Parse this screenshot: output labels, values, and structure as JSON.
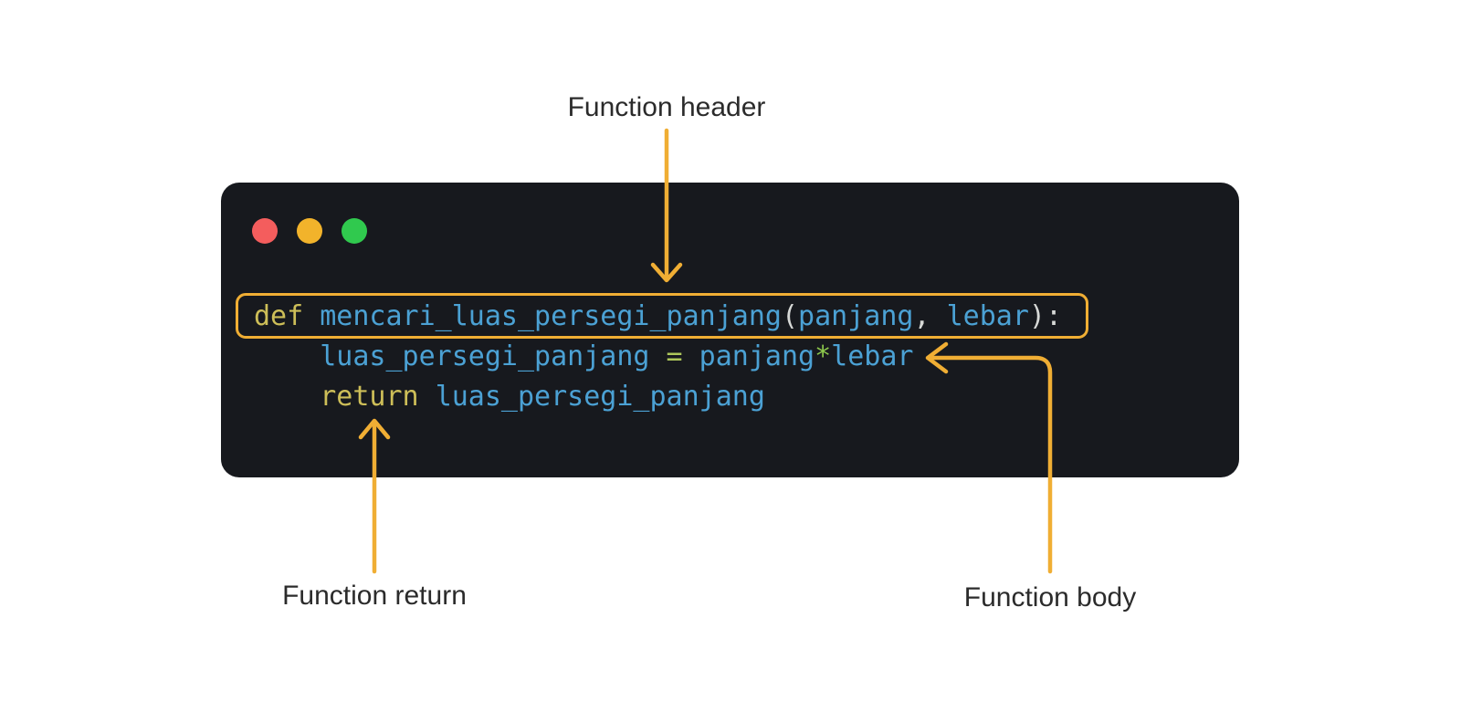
{
  "labels": {
    "header": "Function header",
    "return": "Function return",
    "body": "Function body"
  },
  "window": {
    "type": "code-editor-window",
    "traffic_lights": [
      "close",
      "minimize",
      "maximize"
    ],
    "colors": {
      "background": "#17191e",
      "close": "#f45d5d",
      "minimize": "#f2b32b",
      "maximize": "#30c94e"
    }
  },
  "accent_color": "#f0ae34",
  "label_text_color": "#2b2b2b",
  "code": {
    "language": "python",
    "token_colors": {
      "keyword": "#cdbe58",
      "identifier": "#4ba1d4",
      "punctuation": "#d6d8d6",
      "equals_operator": "#aec75b",
      "star_operator": "#8cc74c"
    },
    "lines": [
      {
        "tokens": [
          {
            "t": "def",
            "c": "kw"
          },
          {
            "t": " ",
            "c": "sp"
          },
          {
            "t": "mencari_luas_persegi_panjang",
            "c": "id"
          },
          {
            "t": "(",
            "c": "pu"
          },
          {
            "t": "panjang",
            "c": "id"
          },
          {
            "t": ", ",
            "c": "pu"
          },
          {
            "t": "lebar",
            "c": "id"
          },
          {
            "t": "):",
            "c": "pu"
          }
        ]
      },
      {
        "tokens": [
          {
            "t": "    ",
            "c": "sp"
          },
          {
            "t": "luas_persegi_panjang",
            "c": "id"
          },
          {
            "t": " ",
            "c": "sp"
          },
          {
            "t": "=",
            "c": "op"
          },
          {
            "t": " ",
            "c": "sp"
          },
          {
            "t": "panjang",
            "c": "id"
          },
          {
            "t": "*",
            "c": "st"
          },
          {
            "t": "lebar",
            "c": "id"
          }
        ]
      },
      {
        "tokens": [
          {
            "t": "    ",
            "c": "sp"
          },
          {
            "t": "return",
            "c": "kw"
          },
          {
            "t": " ",
            "c": "sp"
          },
          {
            "t": "luas_persegi_panjang",
            "c": "id"
          }
        ]
      }
    ]
  }
}
